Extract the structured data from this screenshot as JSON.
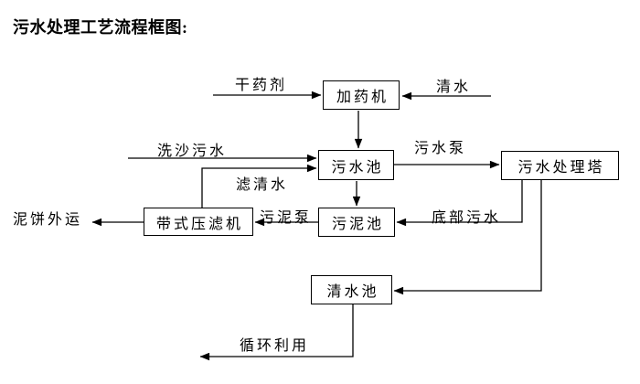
{
  "title": "污水处理工艺流程框图:",
  "diagram": {
    "type": "flowchart",
    "nodes": {
      "dosing_machine": "加药机",
      "sewage_pool": "污水池",
      "treatment_tower": "污水处理塔",
      "sludge_pool": "污泥池",
      "belt_filter_press": "带式压滤机",
      "clean_water_pool": "清水池"
    },
    "edge_labels": {
      "dry_agent": "干药剂",
      "clean_water": "清水",
      "sand_wash_sewage": "洗沙污水",
      "sewage_pump": "污水泵",
      "filtered_water": "滤清水",
      "bottom_sewage": "底部污水",
      "sludge_pump": "污泥泵",
      "mud_cake_out": "泥饼外运",
      "recycle_use": "循环利用"
    },
    "colors": {
      "background": "#ffffff",
      "line": "#000000",
      "box_border": "#000000",
      "text": "#000000"
    }
  }
}
